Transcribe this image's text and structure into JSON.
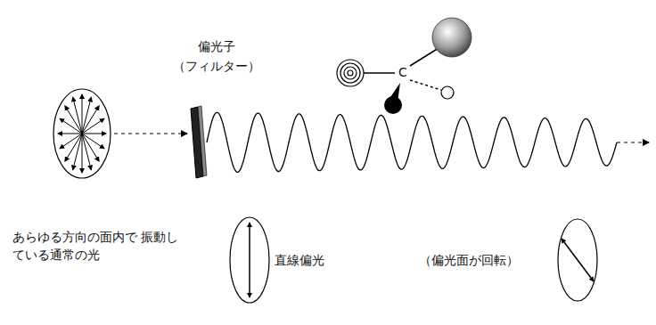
{
  "diagram": {
    "labels": [
      "偏光子",
      "（フィルター）",
      "C",
      "あらゆる方向の面内で 振動している通常の光",
      "直線偏光",
      "（偏光面が回転）"
    ]
  }
}
